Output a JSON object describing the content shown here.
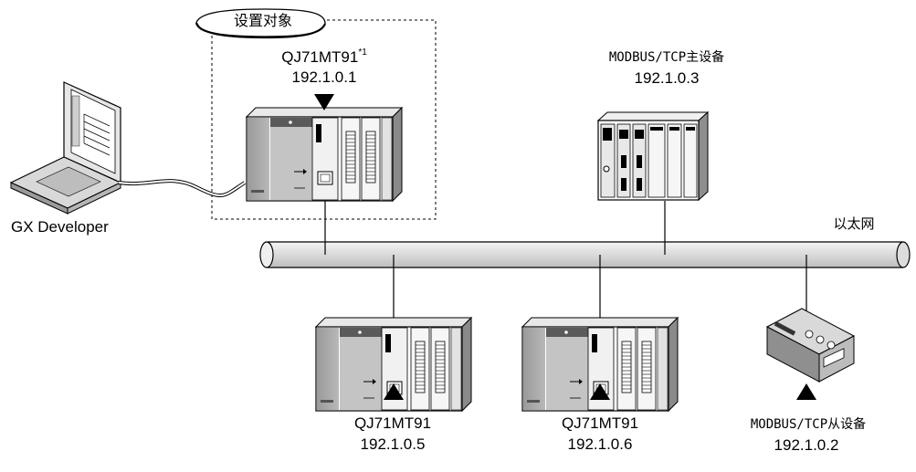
{
  "target_tag": {
    "label": "设置对象"
  },
  "nodes": {
    "target_plc": {
      "model": "QJ71MT91",
      "note": "*1",
      "ip": "192.1.0.1"
    },
    "master": {
      "title": "MODBUS/TCP主设备",
      "ip": "192.1.0.3"
    },
    "plc_a": {
      "model": "QJ71MT91",
      "ip": "192.1.0.5"
    },
    "plc_b": {
      "model": "QJ71MT91",
      "ip": "192.1.0.6"
    },
    "slave": {
      "title": "MODBUS/TCP从设备",
      "ip": "192.1.0.2"
    },
    "pc": {
      "label": "GX Developer"
    }
  },
  "network": {
    "label": "以太网"
  }
}
